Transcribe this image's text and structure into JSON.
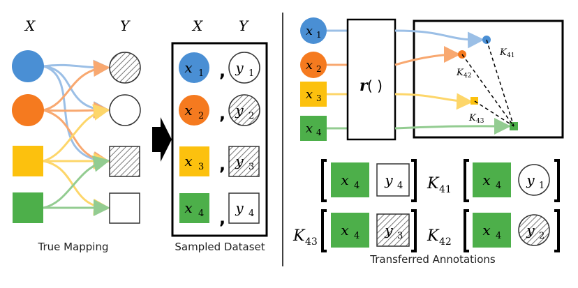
{
  "colors": {
    "blue": "#4a8fd4",
    "orange": "#f57a1f",
    "yellow": "#fcc10e",
    "green": "#4daf4a",
    "hatch": "#666666"
  },
  "left": {
    "axis_x": "X",
    "axis_y": "Y",
    "caption": "True Mapping"
  },
  "middle": {
    "axis_x": "X",
    "axis_y": "Y",
    "caption": "Sampled Dataset",
    "sep": ",",
    "x_letter": "x",
    "y_letter": "y",
    "rows": [
      {
        "x_sub": "1",
        "y_sub": "1"
      },
      {
        "x_sub": "2",
        "y_sub": "2"
      },
      {
        "x_sub": "3",
        "y_sub": "3"
      },
      {
        "x_sub": "4",
        "y_sub": "4"
      }
    ]
  },
  "right": {
    "func_name": "r",
    "func_parens": "(  )",
    "inputs": [
      {
        "letter": "x",
        "sub": "1"
      },
      {
        "letter": "x",
        "sub": "2"
      },
      {
        "letter": "x",
        "sub": "3"
      },
      {
        "letter": "x",
        "sub": "4"
      }
    ],
    "k_labels": [
      {
        "letter": "K",
        "sub": "41"
      },
      {
        "letter": "K",
        "sub": "42"
      },
      {
        "letter": "K",
        "sub": "43"
      }
    ],
    "caption": "Transferred Annotations",
    "annotations": [
      {
        "k_letter": "",
        "k_sub": "",
        "x_letter": "x",
        "x_sub": "4",
        "y_letter": "y",
        "y_sub": "4"
      },
      {
        "k_letter": "K",
        "k_sub": "41",
        "x_letter": "x",
        "x_sub": "4",
        "y_letter": "y",
        "y_sub": "1"
      },
      {
        "k_letter": "K",
        "k_sub": "43",
        "x_letter": "x",
        "x_sub": "4",
        "y_letter": "y",
        "y_sub": "3"
      },
      {
        "k_letter": "K",
        "k_sub": "42",
        "x_letter": "x",
        "x_sub": "4",
        "y_letter": "y",
        "y_sub": "2"
      }
    ]
  }
}
